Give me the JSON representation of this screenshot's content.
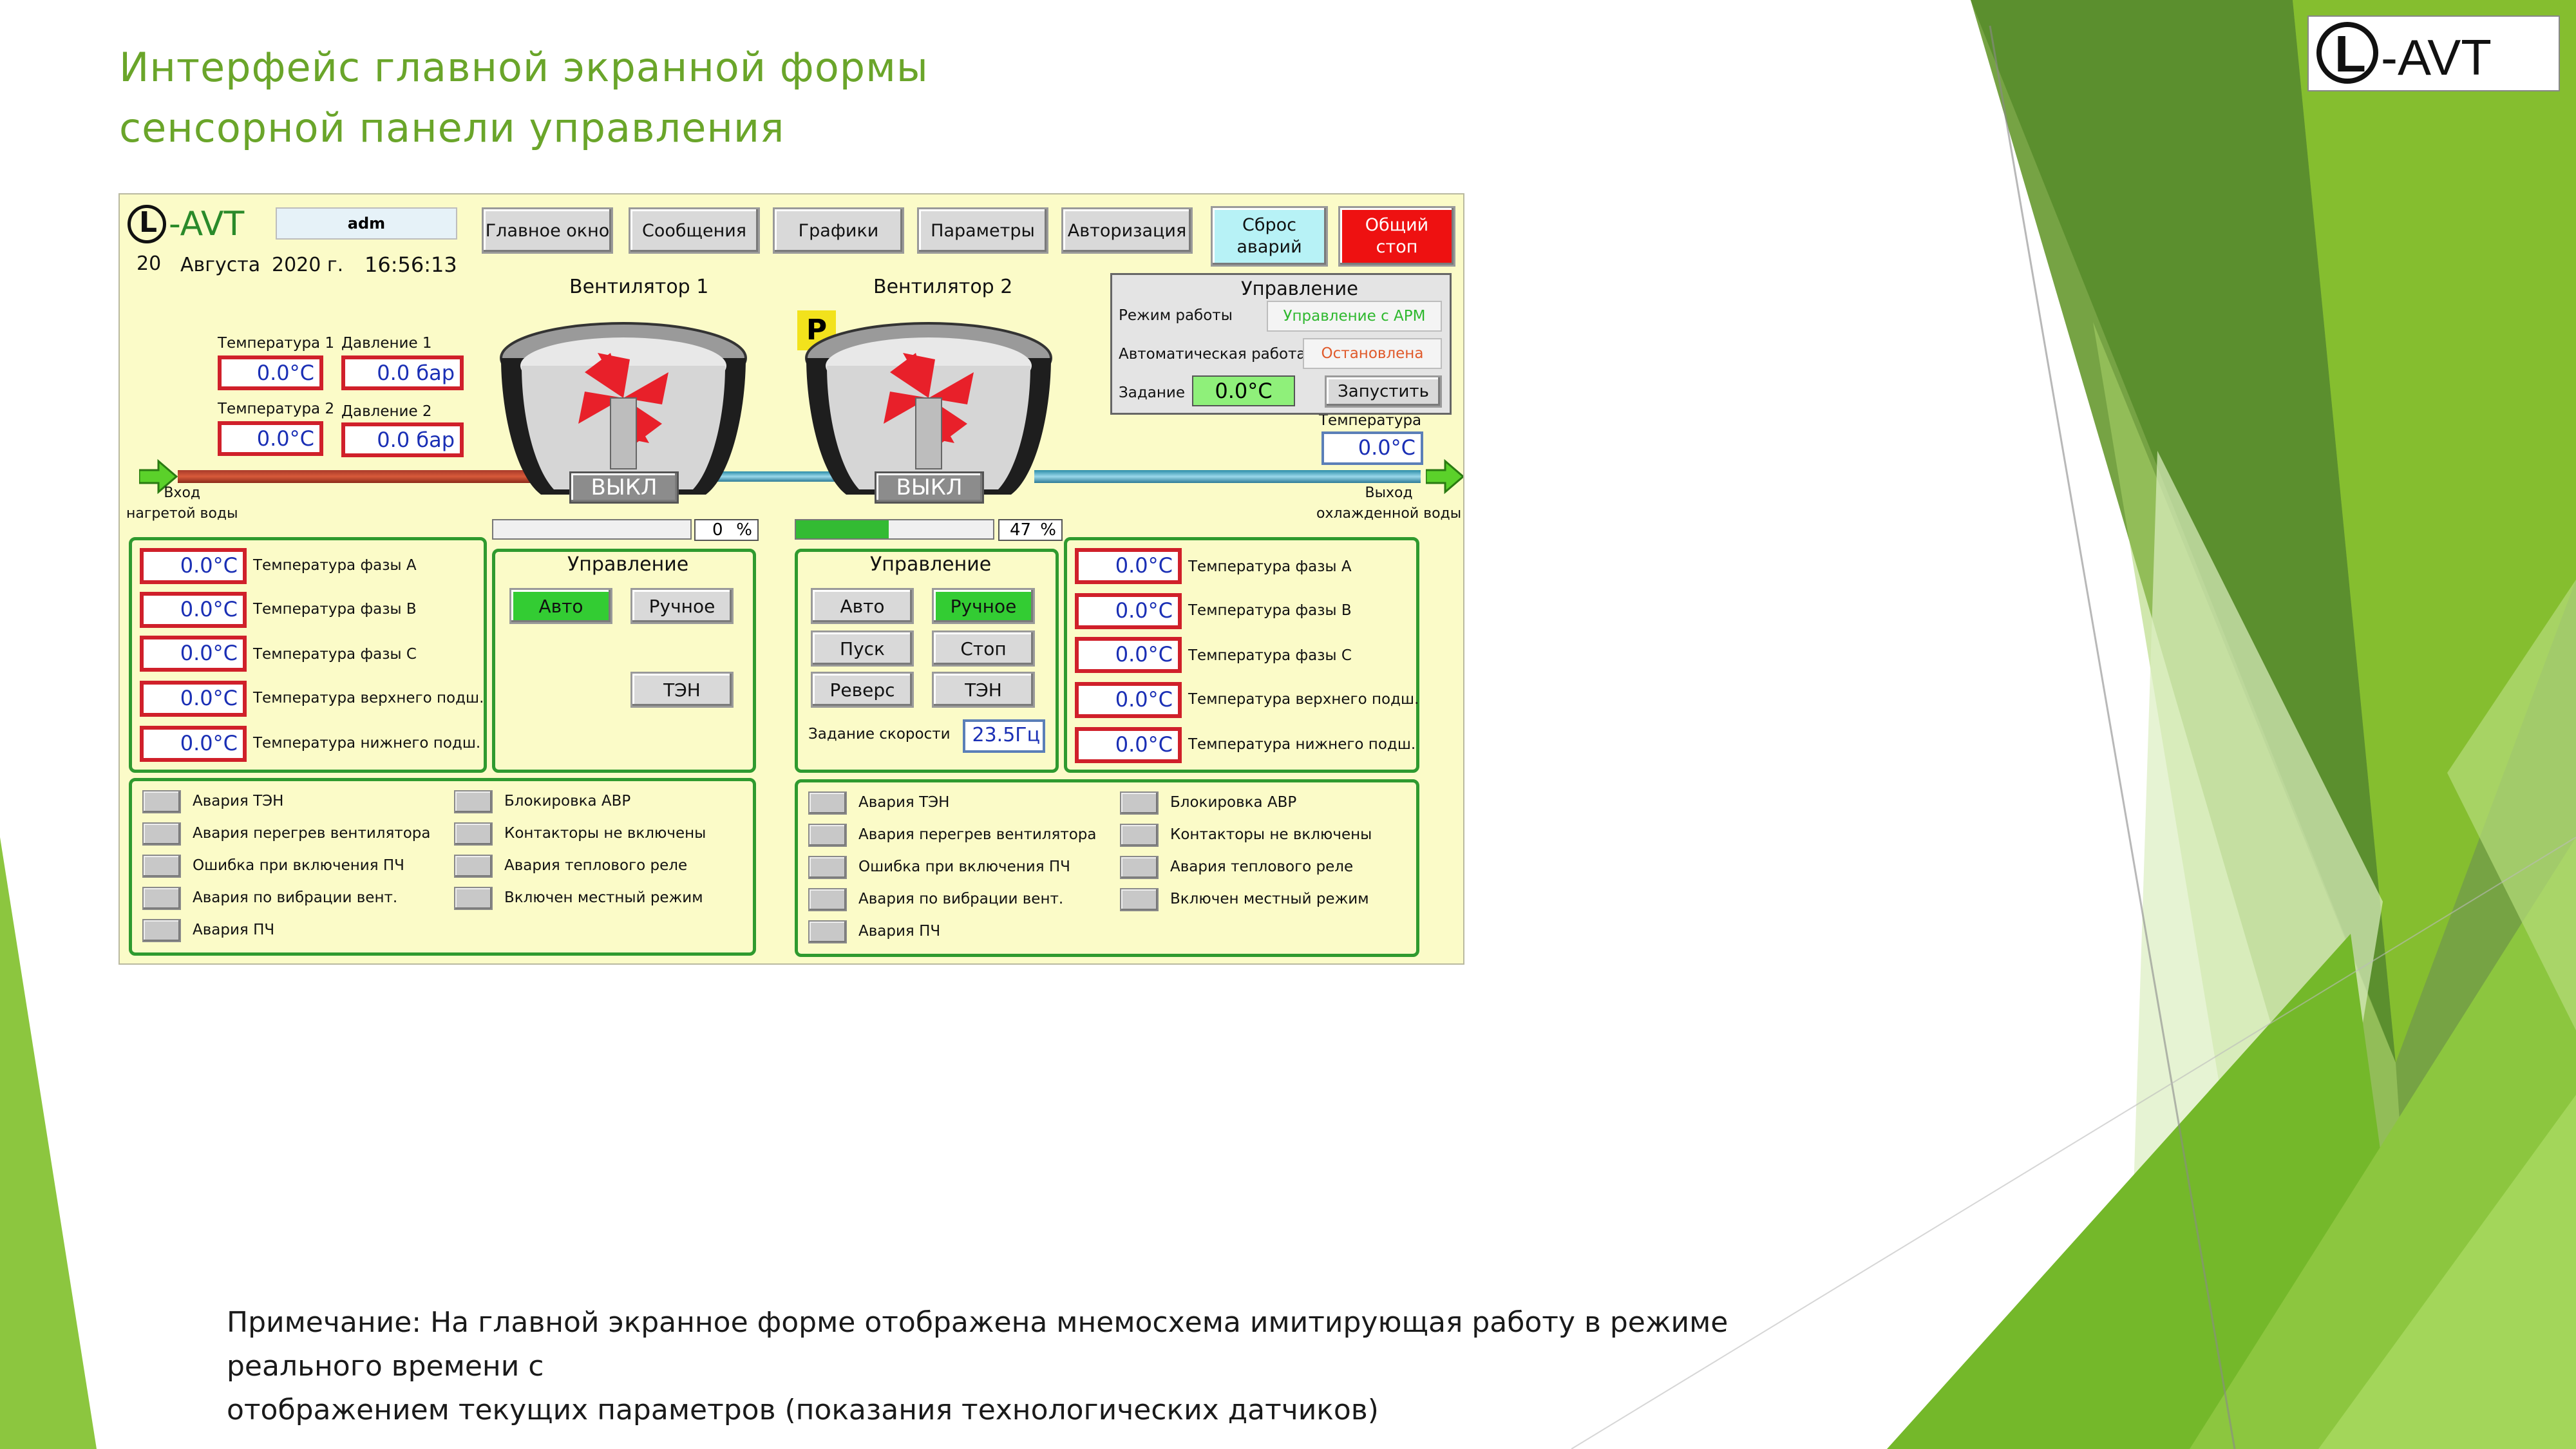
{
  "slide": {
    "title_line1": "Интерфейс главной экранной формы",
    "title_line2": "сенсорной панели управления",
    "logo_l": "L",
    "logo_avt": "-AVT",
    "note_line1": "Примечание: На главной экранное форме отображена мнемосхема имитирующая работу в режиме реального времени с",
    "note_line2": "отображением текущих параметров (показания технологических датчиков)"
  },
  "hmi": {
    "logo_l": "L",
    "logo_avt": "-AVT",
    "user": "adm",
    "date_day": "20",
    "date_month": "Августа",
    "date_year": "2020 г.",
    "time": "16:56:13",
    "nav": {
      "main": "Главное окно",
      "messages": "Сообщения",
      "charts": "Графики",
      "params": "Параметры",
      "auth": "Авторизация",
      "reset_line1": "Сброс",
      "reset_line2": "аварий",
      "stop_line1": "Общий",
      "stop_line2": "стоп"
    },
    "fan1": {
      "title": "Вентилятор 1",
      "state": "ВЫКЛ",
      "progress_text": "0",
      "progress_unit": "%",
      "progress": 0
    },
    "fan2": {
      "title": "Вентилятор 2",
      "state": "ВЫКЛ",
      "progress_text": "47",
      "progress_unit": "%",
      "progress": 0.47,
      "mode_badge": "Р"
    },
    "inlet": {
      "temp1_label": "Температура 1",
      "temp1_value": "0.0°C",
      "press1_label": "Давление 1",
      "press1_value": "0.0 бар",
      "temp2_label": "Температура 2",
      "temp2_value": "0.0°C",
      "press2_label": "Давление 2",
      "press2_value": "0.0 бар",
      "label_line1": "Вход",
      "label_line2": "нагретой воды"
    },
    "outlet": {
      "temp_label": "Температура",
      "temp_value": "0.0°C",
      "label_line1": "Выход",
      "label_line2": "охлажденной воды"
    },
    "control_panel": {
      "title": "Управление",
      "mode_label": "Режим работы",
      "mode_value": "Управление с АРМ",
      "auto_label": "Автоматическая работа",
      "auto_value": "Остановлена",
      "setpoint_label": "Задание",
      "setpoint_value": "0.0°C",
      "start_button": "Запустить",
      "color_mode": "#2eb82e",
      "color_auto": "#e05a2b"
    },
    "temps1": [
      {
        "value": "0.0°C",
        "label": "Температура фазы А"
      },
      {
        "value": "0.0°C",
        "label": "Температура фазы В"
      },
      {
        "value": "0.0°C",
        "label": "Температура фазы С"
      },
      {
        "value": "0.0°C",
        "label": "Температура верхнего подш."
      },
      {
        "value": "0.0°C",
        "label": "Температура нижнего подш."
      }
    ],
    "temps2": [
      {
        "value": "0.0°C",
        "label": "Температура фазы А"
      },
      {
        "value": "0.0°C",
        "label": "Температура фазы В"
      },
      {
        "value": "0.0°C",
        "label": "Температура фазы С"
      },
      {
        "value": "0.0°C",
        "label": "Температура верхнего подш."
      },
      {
        "value": "0.0°C",
        "label": "Температура нижнего подш."
      }
    ],
    "ctrl1": {
      "title": "Управление",
      "auto": "Авто",
      "manual": "Ручное",
      "heater": "ТЭН"
    },
    "ctrl2": {
      "title": "Управление",
      "auto": "Авто",
      "manual": "Ручное",
      "start": "Пуск",
      "stop": "Стоп",
      "reverse": "Реверс",
      "heater": "ТЭН",
      "speed_label": "Задание скорости",
      "speed_value": "23.5Гц"
    },
    "alarms1_left": [
      "Авария ТЭН",
      "Авария перегрев вентилятора",
      "Ошибка при включения ПЧ",
      "Авария по вибрации вент.",
      "Авария ПЧ"
    ],
    "alarms1_right": [
      "Блокировка АВР",
      "Контакторы не включены",
      "Авария теплового реле",
      "Включен местный режим"
    ],
    "alarms2_left": [
      "Авария ТЭН",
      "Авария перегрев вентилятора",
      "Ошибка при включения ПЧ",
      "Авария по вибрации вент.",
      "Авария ПЧ"
    ],
    "alarms2_right": [
      "Блокировка АВР",
      "Контакторы не включены",
      "Авария теплового реле",
      "Включен местный режим"
    ]
  }
}
